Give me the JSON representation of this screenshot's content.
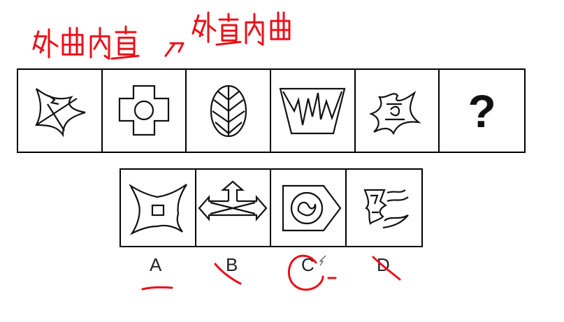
{
  "question": {
    "mark": "?"
  },
  "options": [
    {
      "letter": "A"
    },
    {
      "letter": "B"
    },
    {
      "letter": "C"
    },
    {
      "letter": "D"
    }
  ],
  "annotations": {
    "note_left": "外曲内直",
    "arrow": "→",
    "note_right": "外直内曲",
    "ink_color": "#e8101a"
  }
}
